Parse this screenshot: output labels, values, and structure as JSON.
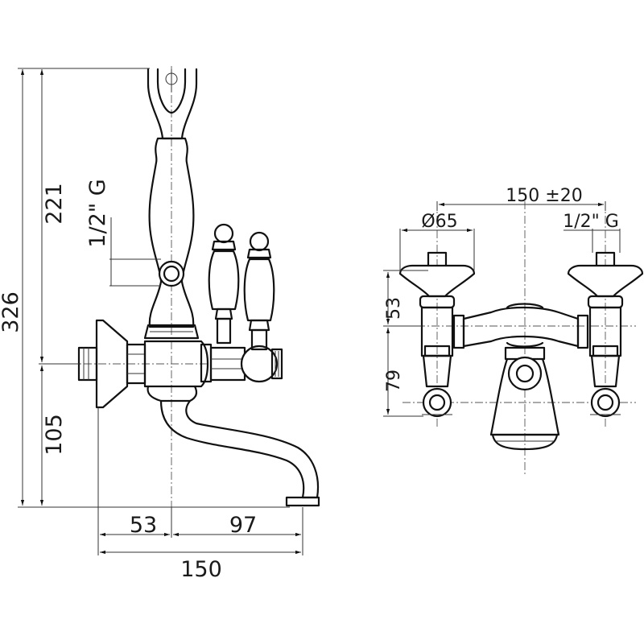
{
  "side_view": {
    "dim_total_height": "326",
    "dim_upper_height": "221",
    "dim_lower_height": "105",
    "dim_inlet_thread": "1/2\" G",
    "dim_left_offset": "53",
    "dim_spout_reach": "97",
    "dim_total_width": "150"
  },
  "front_view": {
    "dim_center_distance": "150 ±20",
    "dim_flange_diameter": "Ø65",
    "dim_inlet_thread": "1/2\" G",
    "dim_upper_height": "53",
    "dim_lower_height": "79"
  }
}
